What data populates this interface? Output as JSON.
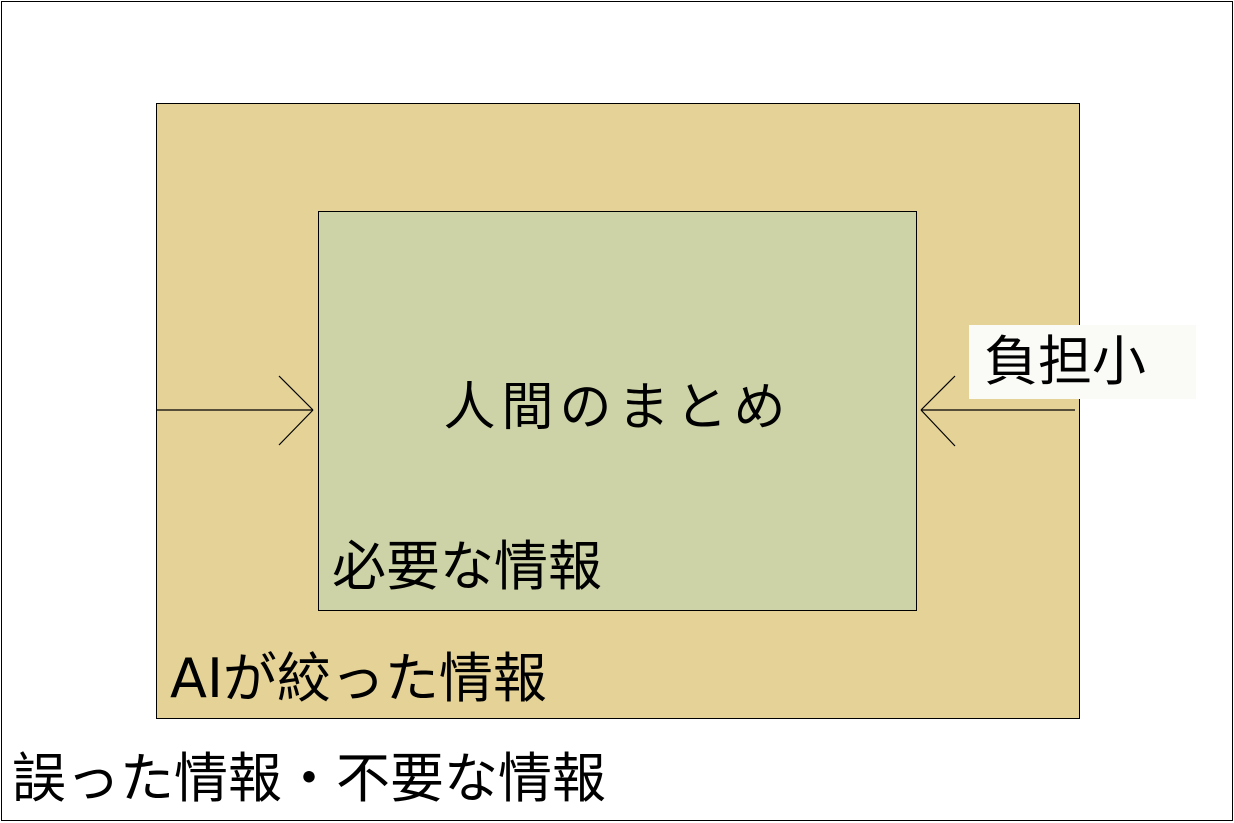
{
  "diagram": {
    "colors": {
      "background": "#ffffff",
      "ai_filtered_box": "#E4D296",
      "necessary_box": "#CDD3A6",
      "burden_label_bg": "#FAFAF7",
      "stroke": "#000000"
    },
    "regions": {
      "outer": {
        "label": "誤った情報・不要な情報"
      },
      "ai_filtered": {
        "label": "AIが絞った情報"
      },
      "necessary": {
        "label": "必要な情報"
      }
    },
    "center_label": "人間のまとめ",
    "arrows": [
      {
        "direction": "right",
        "from": "ai_filtered_left_edge",
        "to": "necessary_box"
      },
      {
        "direction": "left",
        "from": "ai_filtered_right_edge",
        "to": "necessary_box"
      }
    ],
    "annotation": {
      "label": "負担小"
    }
  }
}
